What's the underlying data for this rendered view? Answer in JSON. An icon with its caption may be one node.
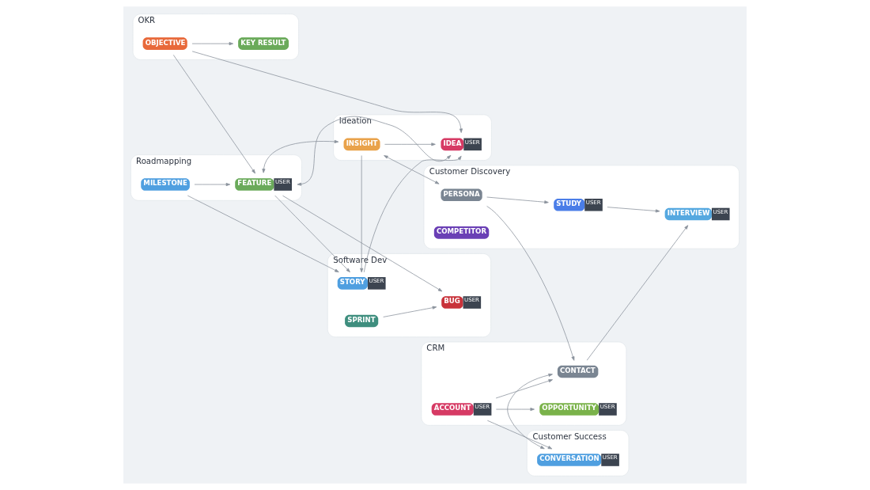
{
  "diagram": {
    "nodes": [
      {
        "text": [
          "OKR"
        ]
      },
      {
        "text": [
          "OBJECTIVE"
        ],
        "in": 0
      },
      {
        "text": [
          "KEY RESULT"
        ],
        "in": 0
      },
      {
        "text": [
          "Roadmapping"
        ]
      },
      {
        "text": [
          "MILESTONE"
        ],
        "in": 3
      },
      {
        "text": [
          "FEATURE"
        ],
        "in": 3,
        "beside": [
          "USER"
        ]
      },
      {
        "text": [
          "Ideation"
        ]
      },
      {
        "text": [
          "INSIGHT"
        ],
        "in": 6
      },
      {
        "text": [
          "IDEA"
        ],
        "in": 6,
        "beside": [
          "USER"
        ]
      },
      {
        "text": [
          "Customer Discovery"
        ]
      },
      {
        "text": [
          "PERSONA"
        ],
        "in": 9
      },
      {
        "text": [
          "STUDY"
        ],
        "in": 9,
        "beside": [
          "USER"
        ]
      },
      {
        "text": [
          "INTERVIEW"
        ],
        "in": 9,
        "beside": [
          "USER"
        ]
      },
      {
        "text": [
          "COMPETITOR"
        ],
        "in": 9
      },
      {
        "text": [
          "Software Dev"
        ]
      },
      {
        "text": [
          "SPRINT"
        ],
        "in": 14
      },
      {
        "text": [
          "STORY"
        ],
        "in": 14,
        "beside": [
          "USER"
        ]
      },
      {
        "text": [
          "BUG"
        ],
        "in": 14,
        "beside": [
          "USER"
        ]
      },
      {
        "text": [
          "Customer Success"
        ]
      },
      {
        "text": [
          "CONVERSATION"
        ],
        "in": 18,
        "beside": [
          "USER"
        ]
      },
      {
        "text": [
          "CRM"
        ]
      },
      {
        "text": [
          "ACCOUNT"
        ],
        "in": 20,
        "beside": [
          "USER"
        ]
      },
      {
        "text": [
          "OPPORTUNITY"
        ],
        "in": 20,
        "beside": [
          "USER"
        ]
      },
      {
        "text": [
          "CONTACT"
        ],
        "in": 20
      }
    ],
    "edges": [
      {
        "from": 1,
        "to": 2,
        "arrow": "to"
      },
      {
        "from": 1,
        "to": 5,
        "arrow": "to"
      },
      {
        "from": 1,
        "to": 8,
        "arrow": "to"
      },
      {
        "from": 4,
        "to": 5,
        "arrow": "to"
      },
      {
        "from": 4,
        "to": 16,
        "arrow": "to"
      },
      {
        "from": 5,
        "to": 16,
        "arrow": "to"
      },
      {
        "from": 5,
        "to": 17,
        "arrow": "to"
      },
      {
        "from": 5,
        "to": 7,
        "arrow": "both"
      },
      {
        "from": 5,
        "to": 8,
        "arrow": "both"
      },
      {
        "from": 7,
        "to": 8,
        "arrow": "to"
      },
      {
        "from": 16,
        "to": 8,
        "arrow": "to"
      },
      {
        "from": 7,
        "to": 16,
        "arrow": "to"
      },
      {
        "from": 15,
        "to": 17,
        "arrow": "to"
      },
      {
        "from": 7,
        "to": 10,
        "arrow": "both"
      },
      {
        "from": 10,
        "to": 11,
        "arrow": "to"
      },
      {
        "from": 11,
        "to": 12,
        "arrow": "to"
      },
      {
        "from": 10,
        "to": 23,
        "arrow": "to"
      },
      {
        "from": 23,
        "to": 12,
        "arrow": "to"
      },
      {
        "from": 21,
        "to": 19,
        "arrow": "to"
      },
      {
        "from": 19,
        "to": 23,
        "arrow": "both"
      },
      {
        "from": 21,
        "to": 22,
        "arrow": "to"
      },
      {
        "from": 21,
        "to": 23,
        "arrow": "to"
      }
    ]
  }
}
